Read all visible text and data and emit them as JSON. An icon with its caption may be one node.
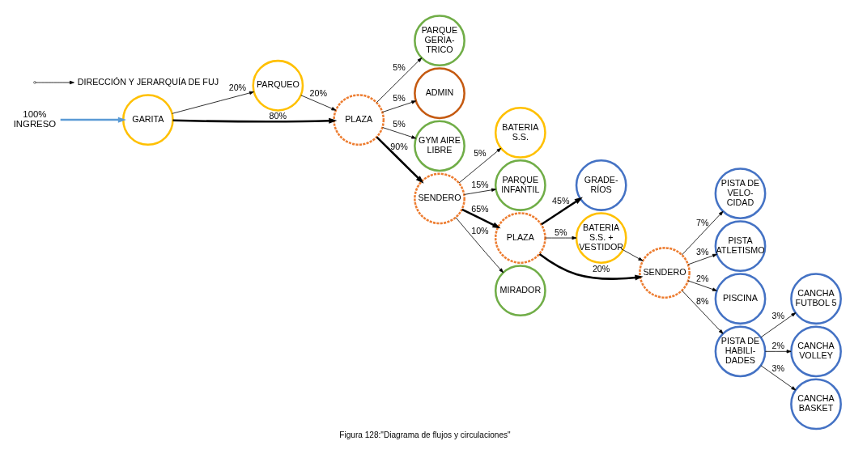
{
  "diagram": {
    "caption": "Figura 128:\"Diagrama de flujos y circulaciones\"",
    "nodes": [
      {
        "text": [
          "100%",
          "INGRESO"
        ]
      },
      {
        "text": [
          "GARITA"
        ]
      },
      {
        "text": [
          "PARQUEO"
        ]
      },
      {
        "text": [
          "PARQUE GERIA- TRICO"
        ]
      },
      {
        "text": [
          "ADMIN"
        ]
      },
      {
        "text": [
          "PLAZA"
        ]
      },
      {
        "text": [
          "GYM AIRE LIBRE"
        ]
      },
      {
        "text": [
          "BATERIA S.S."
        ]
      },
      {
        "text": [
          "SENDERO"
        ]
      },
      {
        "text": [
          "PARQUE INFANTIL"
        ]
      },
      {
        "text": [
          "GRADE- RÍOS"
        ]
      },
      {
        "text": [
          "PLAZA"
        ]
      },
      {
        "text": [
          "MIRADOR"
        ]
      },
      {
        "text": [
          "BATERIA S.S. + VESTIDOR"
        ]
      },
      {
        "text": [
          "PISTA DE VELO- CIDAD"
        ]
      },
      {
        "text": [
          "SENDERO"
        ]
      },
      {
        "text": [
          "PISTA ATLETISMO"
        ]
      },
      {
        "text": [
          "PISCINA"
        ]
      },
      {
        "text": [
          "CANCHA FUTBOL 5"
        ]
      },
      {
        "text": [
          "PISTA DE HABILI- DADES"
        ]
      },
      {
        "text": [
          "CANCHA VOLLEY"
        ]
      },
      {
        "text": [
          "CANCHA BASKET"
        ]
      }
    ],
    "edges": [
      {
        "from": 0,
        "to": 1,
        "arrow": "to",
        "style": "thick",
        "color": "#5b9bd5"
      },
      {
        "from": 1,
        "to": 2,
        "arrow": "to",
        "label": "20%"
      },
      {
        "from": 1,
        "to": 5,
        "arrow": "to",
        "label": "80%",
        "style": "thick"
      },
      {
        "from": 2,
        "to": 5,
        "arrow": "to",
        "label": "20%"
      },
      {
        "from": 5,
        "to": 3,
        "arrow": "to",
        "label": "5%"
      },
      {
        "from": 5,
        "to": 4,
        "arrow": "to",
        "label": "5%"
      },
      {
        "from": 5,
        "to": 6,
        "arrow": "to",
        "label": "5%"
      },
      {
        "from": 5,
        "to": 8,
        "arrow": "to",
        "label": "90%",
        "style": "thick"
      },
      {
        "from": 8,
        "to": 7,
        "arrow": "to",
        "label": "5%"
      },
      {
        "from": 8,
        "to": 11,
        "arrow": "to",
        "label": "65%",
        "style": "thick"
      },
      {
        "from": 8,
        "to": 9,
        "arrow": "to",
        "label": "15%"
      },
      {
        "from": 8,
        "to": 12,
        "arrow": "to",
        "label": "10%"
      },
      {
        "from": 11,
        "to": 10,
        "arrow": "to",
        "label": "45%",
        "style": "thick"
      },
      {
        "from": 11,
        "to": 15,
        "arrow": "to",
        "label": "20%",
        "style": "thick"
      },
      {
        "from": 11,
        "to": 13,
        "arrow": "to",
        "label": "5%"
      },
      {
        "from": 13,
        "to": 15,
        "arrow": "to"
      },
      {
        "from": 15,
        "to": 14,
        "arrow": "to",
        "label": "7%"
      },
      {
        "from": 15,
        "to": 16,
        "arrow": "to",
        "label": "3%"
      },
      {
        "from": 15,
        "to": 19,
        "arrow": "to",
        "label": "8%"
      },
      {
        "from": 15,
        "to": 17,
        "arrow": "to",
        "label": "2%"
      },
      {
        "from": 19,
        "to": 18,
        "arrow": "to",
        "label": "3%"
      },
      {
        "from": 19,
        "to": 20,
        "arrow": "to",
        "label": "2%"
      },
      {
        "from": 19,
        "to": 21,
        "arrow": "to",
        "label": "3%"
      }
    ],
    "legend": [
      {
        "text": "DIRECCIÓN Y JERARQUÍA DE FUJ"
      }
    ]
  }
}
